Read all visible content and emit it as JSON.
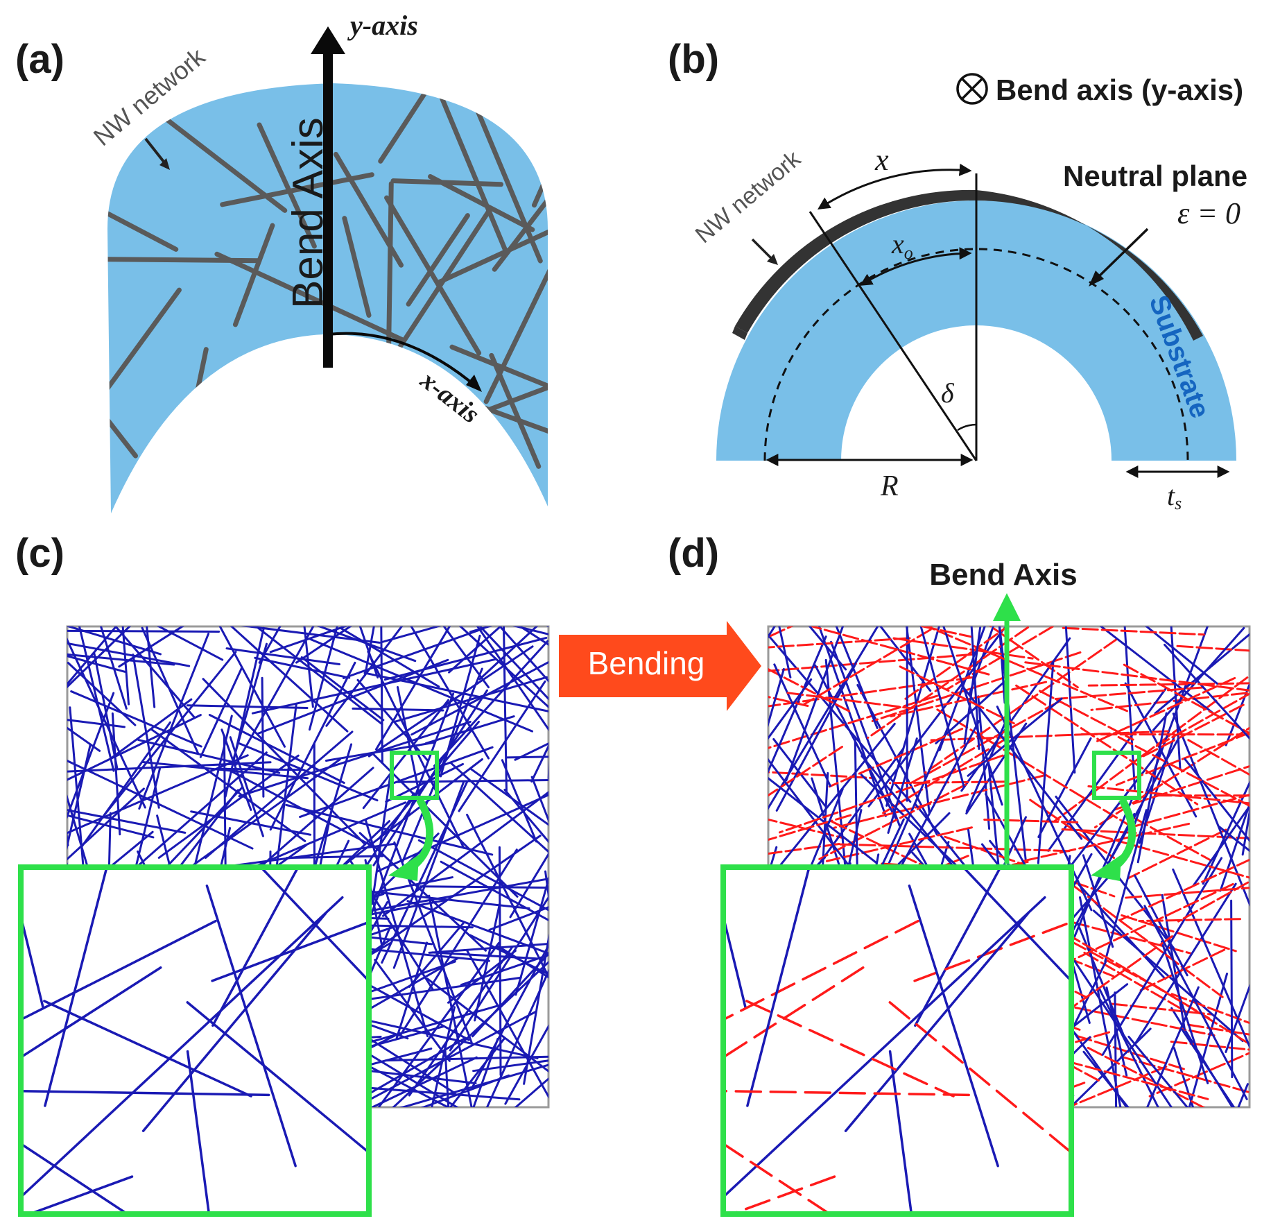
{
  "panels": {
    "a": {
      "label": "(a)",
      "nw_network": "NW network",
      "y_axis": "y-axis",
      "x_axis": "x-axis",
      "bend_axis": "Bend Axis"
    },
    "b": {
      "label": "(b)",
      "bend_axis_legend": "Bend axis (y-axis)",
      "nw_network": "NW network",
      "x": "x",
      "x0": "x",
      "x0_sub": "o",
      "neutral_plane": "Neutral plane",
      "epsilon": "ε = 0",
      "substrate": "Substrate",
      "delta": "δ",
      "R": "R",
      "ts": "t",
      "ts_sub": "s"
    },
    "c": {
      "label": "(c)"
    },
    "d": {
      "label": "(d)",
      "bend_axis": "Bend Axis"
    },
    "arrow": {
      "label": "Bending"
    }
  },
  "colors": {
    "substrate": "#79bfe8",
    "nanowire_gray": "#5a5a5a",
    "nanowire_blue": "#1a1ab4",
    "nanowire_red": "#ff1a1a",
    "highlight_green": "#2ee04a",
    "bending_arrow": "#ff4a1c",
    "label_blue": "#1565c0"
  },
  "icons": {
    "bend_axis_symbol": "circled-cross-icon"
  }
}
